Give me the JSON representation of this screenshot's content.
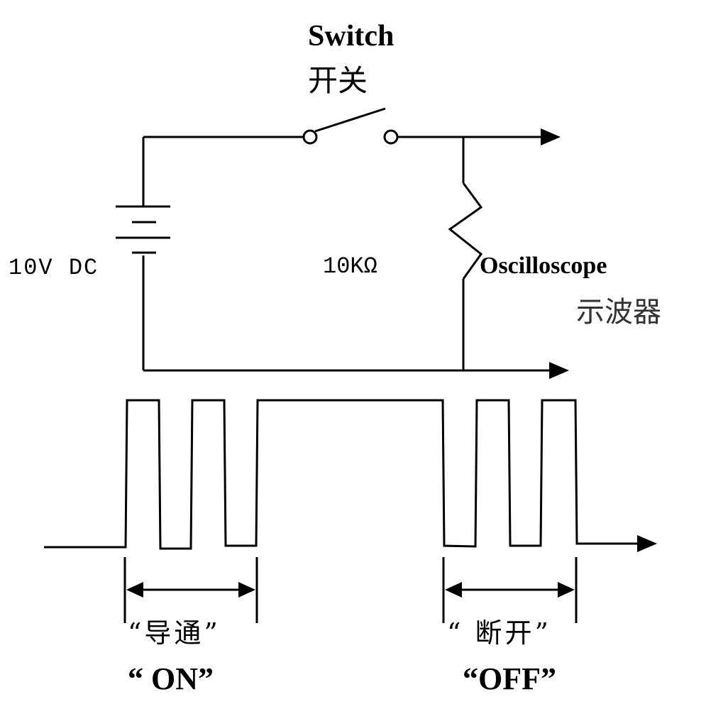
{
  "diagram": {
    "switch_label_en": "Switch",
    "switch_label_zh": "开关",
    "battery_label": "10V DC",
    "resistor_label": "10KΩ",
    "scope_label_en": "Oscilloscope",
    "scope_label_zh": "示波器",
    "on_label_zh": "“导通”",
    "on_label_en": "“ ON”",
    "off_label_zh": "“ 断开”",
    "off_label_en": "“OFF”"
  },
  "colors": {
    "line": "#000000",
    "text": "#000000",
    "scope_zh": "#333333"
  }
}
